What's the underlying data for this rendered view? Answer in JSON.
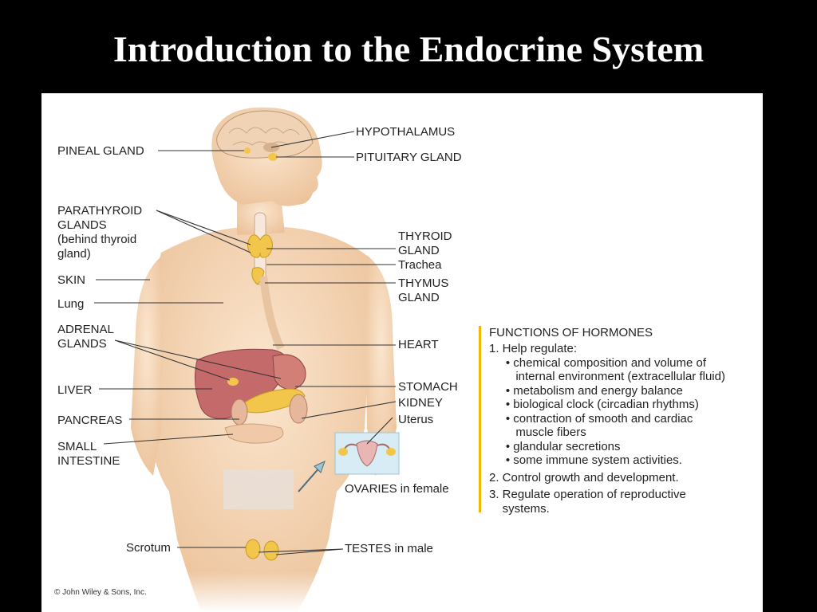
{
  "slide": {
    "title": "Introduction to the Endocrine System"
  },
  "labels": {
    "hypothalamus": "HYPOTHALAMUS",
    "pineal_gland": "PINEAL GLAND",
    "pituitary_gland": "PITUITARY GLAND",
    "parathyroid_glands": "PARATHYROID\nGLANDS\n(behind thyroid\ngland)",
    "thyroid_gland": "THYROID\nGLAND",
    "trachea": "Trachea",
    "skin": "SKIN",
    "thymus_gland": "THYMUS\nGLAND",
    "lung": "Lung",
    "adrenal_glands": "ADRENAL\nGLANDS",
    "heart": "HEART",
    "liver": "LIVER",
    "stomach": "STOMACH",
    "kidney": "KIDNEY",
    "pancreas": "PANCREAS",
    "uterus": "Uterus",
    "small_intestine": "SMALL\nINTESTINE",
    "ovaries": "OVARIES in female",
    "scrotum": "Scrotum",
    "testes": "TESTES in male"
  },
  "functions": {
    "title": "FUNCTIONS OF HORMONES",
    "rows": [
      "1. Help regulate:",
      "     • chemical composition and volume of",
      "        internal environment (extracellular fluid)",
      "     • metabolism and energy balance",
      "     • biological clock (circadian rhythms)",
      "     • contraction of smooth and cardiac",
      "        muscle fibers",
      "     • glandular secretions",
      "     • some immune system activities.",
      "2. Control growth and development.",
      "3. Regulate operation of reproductive",
      "    systems."
    ]
  },
  "copyright": "© John Wiley & Sons, Inc.",
  "colors": {
    "background": "#000000",
    "skin": "#f3cfa8",
    "liver": "#c46a6a",
    "gland": "#f2c64a",
    "accent_bar": "#f2b705"
  }
}
